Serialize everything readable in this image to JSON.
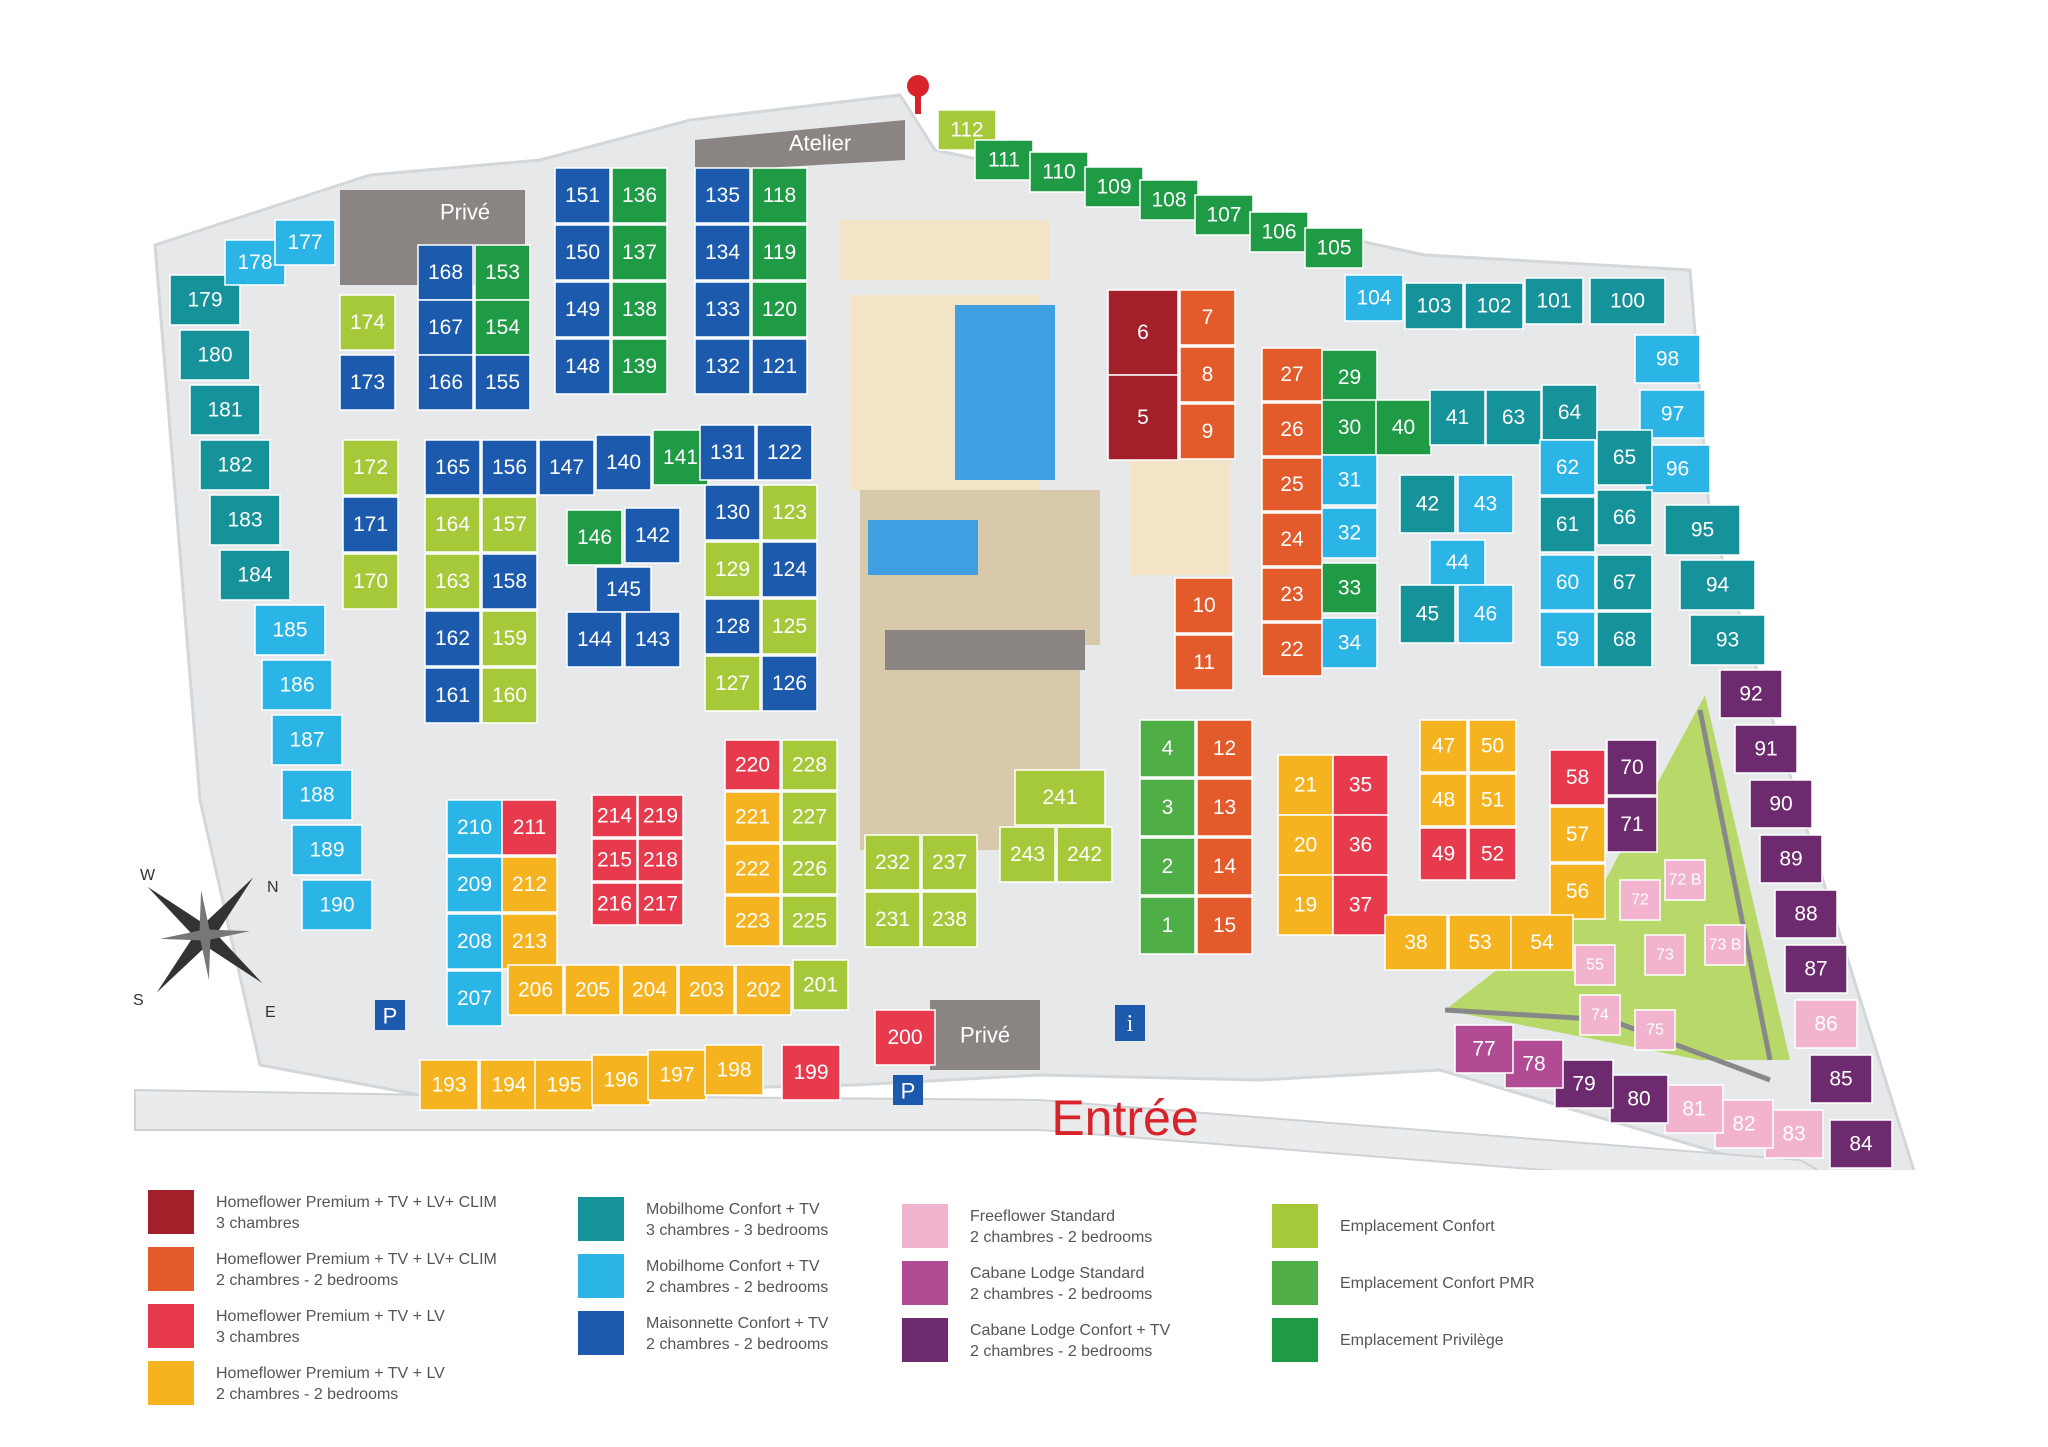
{
  "entrance": "Entrée",
  "labels": {
    "prive_top": "Privé",
    "atelier": "Atelier",
    "prive_bottom": "Privé"
  },
  "compass": {
    "w": "W",
    "n": "N",
    "s": "S",
    "e": "E"
  },
  "colors": {
    "hf_premium_clim_3": "#a3202a",
    "hf_premium_clim_2": "#e35a2b",
    "hf_premium_3": "#e83a4d",
    "hf_premium_2": "#f5b41f",
    "mobil_3": "#16929a",
    "mobil_2": "#2ab5e6",
    "maisonnette": "#1c5aad",
    "freeflower": "#f2b3cf",
    "cabane": "#b14c94",
    "cabane_tv": "#6d2a6e",
    "empl_confort": "#a6c93a",
    "empl_pmr": "#4fae45",
    "empl_privilege": "#1f9a45",
    "road": "#e6e8ea",
    "facility": "#f3e4c8",
    "pool": "#3f9fe0",
    "grey": "#8a8583"
  },
  "legend": [
    {
      "color": "hf_premium_clim_3",
      "line1": "Homeflower Premium + TV + LV+ CLIM",
      "line2": "3 chambres"
    },
    {
      "color": "hf_premium_clim_2",
      "line1": "Homeflower Premium + TV + LV+ CLIM",
      "line2": "2 chambres - 2 bedrooms"
    },
    {
      "color": "hf_premium_3",
      "line1": "Homeflower Premium + TV + LV",
      "line2": "3 chambres"
    },
    {
      "color": "hf_premium_2",
      "line1": "Homeflower Premium + TV + LV",
      "line2": "2 chambres - 2 bedrooms"
    },
    {
      "color": "mobil_3",
      "line1": "Mobilhome Confort + TV",
      "line2": "3 chambres - 3 bedrooms"
    },
    {
      "color": "mobil_2",
      "line1": "Mobilhome Confort + TV",
      "line2": "2 chambres - 2 bedrooms"
    },
    {
      "color": "maisonnette",
      "line1": "Maisonnette Confort + TV",
      "line2": "2 chambres - 2 bedrooms"
    },
    {
      "color": "freeflower",
      "line1": "Freeflower Standard",
      "line2": "2 chambres - 2 bedrooms"
    },
    {
      "color": "cabane",
      "line1": "Cabane Lodge Standard",
      "line2": "2 chambres - 2 bedrooms"
    },
    {
      "color": "cabane_tv",
      "line1": "Cabane Lodge Confort + TV",
      "line2": "2 chambres - 2 bedrooms"
    },
    {
      "color": "empl_confort",
      "line1": "Emplacement Confort",
      "line2": ""
    },
    {
      "color": "empl_pmr",
      "line1": "Emplacement Confort PMR",
      "line2": ""
    },
    {
      "color": "empl_privilege",
      "line1": "Emplacement Privilège",
      "line2": ""
    }
  ],
  "plots": [
    [
      "112",
      "empl_confort"
    ],
    [
      "111",
      "empl_privilege"
    ],
    [
      "110",
      "empl_privilege"
    ],
    [
      "109",
      "empl_privilege"
    ],
    [
      "108",
      "empl_privilege"
    ],
    [
      "107",
      "empl_privilege"
    ],
    [
      "106",
      "empl_privilege"
    ],
    [
      "105",
      "empl_privilege"
    ],
    [
      "104",
      "mobil_2"
    ],
    [
      "103",
      "mobil_3"
    ],
    [
      "102",
      "mobil_3"
    ],
    [
      "101",
      "mobil_3"
    ],
    [
      "100",
      "mobil_3"
    ],
    [
      "98",
      "mobil_2"
    ],
    [
      "97",
      "mobil_2"
    ],
    [
      "96",
      "mobil_2"
    ],
    [
      "95",
      "mobil_3"
    ],
    [
      "94",
      "mobil_3"
    ],
    [
      "93",
      "mobil_3"
    ],
    [
      "92",
      "cabane_tv"
    ],
    [
      "91",
      "cabane_tv"
    ],
    [
      "90",
      "cabane_tv"
    ],
    [
      "89",
      "cabane_tv"
    ],
    [
      "88",
      "cabane_tv"
    ],
    [
      "87",
      "cabane_tv"
    ],
    [
      "86",
      "freeflower"
    ],
    [
      "85",
      "cabane_tv"
    ],
    [
      "84",
      "cabane_tv"
    ],
    [
      "83",
      "freeflower"
    ],
    [
      "82",
      "freeflower"
    ],
    [
      "81",
      "freeflower"
    ],
    [
      "80",
      "cabane_tv"
    ],
    [
      "79",
      "cabane_tv"
    ],
    [
      "78",
      "cabane"
    ],
    [
      "77",
      "cabane"
    ],
    [
      "72 B",
      "freeflower"
    ],
    [
      "72",
      "freeflower"
    ],
    [
      "73",
      "freeflower"
    ],
    [
      "73 B",
      "freeflower"
    ],
    [
      "55",
      "freeflower"
    ],
    [
      "74",
      "freeflower"
    ],
    [
      "75",
      "freeflower"
    ],
    [
      "179",
      "mobil_3"
    ],
    [
      "180",
      "mobil_3"
    ],
    [
      "181",
      "mobil_3"
    ],
    [
      "182",
      "mobil_3"
    ],
    [
      "183",
      "mobil_3"
    ],
    [
      "184",
      "mobil_3"
    ],
    [
      "185",
      "mobil_2"
    ],
    [
      "186",
      "mobil_2"
    ],
    [
      "187",
      "mobil_2"
    ],
    [
      "188",
      "mobil_2"
    ],
    [
      "189",
      "mobil_2"
    ],
    [
      "190",
      "mobil_2"
    ],
    [
      "178",
      "mobil_2"
    ],
    [
      "177",
      "mobil_2"
    ],
    [
      "174",
      "empl_confort"
    ],
    [
      "173",
      "maisonnette"
    ],
    [
      "168",
      "maisonnette"
    ],
    [
      "153",
      "empl_privilege"
    ],
    [
      "167",
      "maisonnette"
    ],
    [
      "154",
      "empl_privilege"
    ],
    [
      "166",
      "maisonnette"
    ],
    [
      "155",
      "maisonnette"
    ],
    [
      "151",
      "maisonnette"
    ],
    [
      "136",
      "empl_privilege"
    ],
    [
      "150",
      "maisonnette"
    ],
    [
      "137",
      "empl_privilege"
    ],
    [
      "149",
      "maisonnette"
    ],
    [
      "138",
      "empl_privilege"
    ],
    [
      "148",
      "maisonnette"
    ],
    [
      "139",
      "empl_privilege"
    ],
    [
      "135",
      "maisonnette"
    ],
    [
      "118",
      "empl_privilege"
    ],
    [
      "134",
      "maisonnette"
    ],
    [
      "119",
      "empl_privilege"
    ],
    [
      "133",
      "maisonnette"
    ],
    [
      "120",
      "empl_privilege"
    ],
    [
      "132",
      "maisonnette"
    ],
    [
      "121",
      "maisonnette"
    ],
    [
      "165",
      "maisonnette"
    ],
    [
      "156",
      "maisonnette"
    ],
    [
      "147",
      "maisonnette"
    ],
    [
      "140",
      "maisonnette"
    ],
    [
      "141",
      "empl_privilege"
    ],
    [
      "131",
      "maisonnette"
    ],
    [
      "122",
      "maisonnette"
    ],
    [
      "172",
      "empl_confort"
    ],
    [
      "171",
      "maisonnette"
    ],
    [
      "170",
      "empl_confort"
    ],
    [
      "164",
      "empl_confort"
    ],
    [
      "157",
      "empl_confort"
    ],
    [
      "163",
      "empl_confort"
    ],
    [
      "158",
      "maisonnette"
    ],
    [
      "162",
      "maisonnette"
    ],
    [
      "159",
      "empl_confort"
    ],
    [
      "161",
      "maisonnette"
    ],
    [
      "160",
      "empl_confort"
    ],
    [
      "146",
      "empl_privilege"
    ],
    [
      "142",
      "maisonnette"
    ],
    [
      "145",
      "maisonnette"
    ],
    [
      "144",
      "maisonnette"
    ],
    [
      "143",
      "maisonnette"
    ],
    [
      "130",
      "maisonnette"
    ],
    [
      "123",
      "empl_confort"
    ],
    [
      "129",
      "empl_confort"
    ],
    [
      "124",
      "maisonnette"
    ],
    [
      "128",
      "maisonnette"
    ],
    [
      "125",
      "empl_confort"
    ],
    [
      "127",
      "empl_confort"
    ],
    [
      "126",
      "maisonnette"
    ],
    [
      "6",
      "hf_premium_clim_3"
    ],
    [
      "5",
      "hf_premium_clim_3"
    ],
    [
      "7",
      "hf_premium_clim_2"
    ],
    [
      "8",
      "hf_premium_clim_2"
    ],
    [
      "9",
      "hf_premium_clim_2"
    ],
    [
      "10",
      "hf_premium_clim_2"
    ],
    [
      "11",
      "hf_premium_clim_2"
    ],
    [
      "27",
      "hf_premium_clim_2"
    ],
    [
      "26",
      "hf_premium_clim_2"
    ],
    [
      "25",
      "hf_premium_clim_2"
    ],
    [
      "24",
      "hf_premium_clim_2"
    ],
    [
      "23",
      "hf_premium_clim_2"
    ],
    [
      "22",
      "hf_premium_clim_2"
    ],
    [
      "29",
      "empl_privilege"
    ],
    [
      "30",
      "empl_privilege"
    ],
    [
      "40",
      "empl_privilege"
    ],
    [
      "41",
      "mobil_3"
    ],
    [
      "63",
      "mobil_3"
    ],
    [
      "64",
      "mobil_3"
    ],
    [
      "31",
      "mobil_2"
    ],
    [
      "32",
      "mobil_2"
    ],
    [
      "33",
      "empl_privilege"
    ],
    [
      "34",
      "mobil_2"
    ],
    [
      "42",
      "mobil_3"
    ],
    [
      "43",
      "mobil_2"
    ],
    [
      "44",
      "mobil_2"
    ],
    [
      "45",
      "mobil_3"
    ],
    [
      "46",
      "mobil_2"
    ],
    [
      "62",
      "mobil_2"
    ],
    [
      "65",
      "mobil_3"
    ],
    [
      "61",
      "mobil_3"
    ],
    [
      "66",
      "mobil_3"
    ],
    [
      "60",
      "mobil_2"
    ],
    [
      "67",
      "mobil_3"
    ],
    [
      "59",
      "mobil_2"
    ],
    [
      "68",
      "mobil_3"
    ],
    [
      "4",
      "empl_pmr"
    ],
    [
      "12",
      "hf_premium_clim_2"
    ],
    [
      "3",
      "empl_pmr"
    ],
    [
      "13",
      "hf_premium_clim_2"
    ],
    [
      "2",
      "empl_pmr"
    ],
    [
      "14",
      "hf_premium_clim_2"
    ],
    [
      "1",
      "empl_pmr"
    ],
    [
      "15",
      "hf_premium_clim_2"
    ],
    [
      "21",
      "hf_premium_2"
    ],
    [
      "35",
      "hf_premium_3"
    ],
    [
      "20",
      "hf_premium_2"
    ],
    [
      "36",
      "hf_premium_3"
    ],
    [
      "19",
      "hf_premium_2"
    ],
    [
      "37",
      "hf_premium_3"
    ],
    [
      "47",
      "hf_premium_2"
    ],
    [
      "50",
      "hf_premium_2"
    ],
    [
      "48",
      "hf_premium_2"
    ],
    [
      "51",
      "hf_premium_2"
    ],
    [
      "49",
      "hf_premium_3"
    ],
    [
      "52",
      "hf_premium_3"
    ],
    [
      "58",
      "hf_premium_3"
    ],
    [
      "70",
      "cabane_tv"
    ],
    [
      "57",
      "hf_premium_2"
    ],
    [
      "71",
      "cabane_tv"
    ],
    [
      "56",
      "hf_premium_2"
    ],
    [
      "38",
      "hf_premium_2"
    ],
    [
      "53",
      "hf_premium_2"
    ],
    [
      "54",
      "hf_premium_2"
    ],
    [
      "241",
      "empl_confort"
    ],
    [
      "243",
      "empl_confort"
    ],
    [
      "242",
      "empl_confort"
    ],
    [
      "232",
      "empl_confort"
    ],
    [
      "237",
      "empl_confort"
    ],
    [
      "231",
      "empl_confort"
    ],
    [
      "238",
      "empl_confort"
    ],
    [
      "220",
      "hf_premium_3"
    ],
    [
      "228",
      "empl_confort"
    ],
    [
      "221",
      "hf_premium_2"
    ],
    [
      "227",
      "empl_confort"
    ],
    [
      "222",
      "hf_premium_2"
    ],
    [
      "226",
      "empl_confort"
    ],
    [
      "223",
      "hf_premium_2"
    ],
    [
      "225",
      "empl_confort"
    ],
    [
      "214",
      "hf_premium_3"
    ],
    [
      "219",
      "hf_premium_3"
    ],
    [
      "215",
      "hf_premium_3"
    ],
    [
      "218",
      "hf_premium_3"
    ],
    [
      "216",
      "hf_premium_3"
    ],
    [
      "217",
      "hf_premium_3"
    ],
    [
      "210",
      "mobil_2"
    ],
    [
      "211",
      "hf_premium_3"
    ],
    [
      "209",
      "mobil_2"
    ],
    [
      "212",
      "hf_premium_2"
    ],
    [
      "208",
      "mobil_2"
    ],
    [
      "213",
      "hf_premium_2"
    ],
    [
      "207",
      "mobil_2"
    ],
    [
      "206",
      "hf_premium_2"
    ],
    [
      "205",
      "hf_premium_2"
    ],
    [
      "204",
      "hf_premium_2"
    ],
    [
      "203",
      "hf_premium_2"
    ],
    [
      "202",
      "hf_premium_2"
    ],
    [
      "201",
      "empl_confort"
    ],
    [
      "193",
      "hf_premium_2"
    ],
    [
      "194",
      "hf_premium_2"
    ],
    [
      "195",
      "hf_premium_2"
    ],
    [
      "196",
      "hf_premium_2"
    ],
    [
      "197",
      "hf_premium_2"
    ],
    [
      "198",
      "hf_premium_2"
    ],
    [
      "199",
      "hf_premium_3"
    ],
    [
      "200",
      "hf_premium_3"
    ]
  ]
}
